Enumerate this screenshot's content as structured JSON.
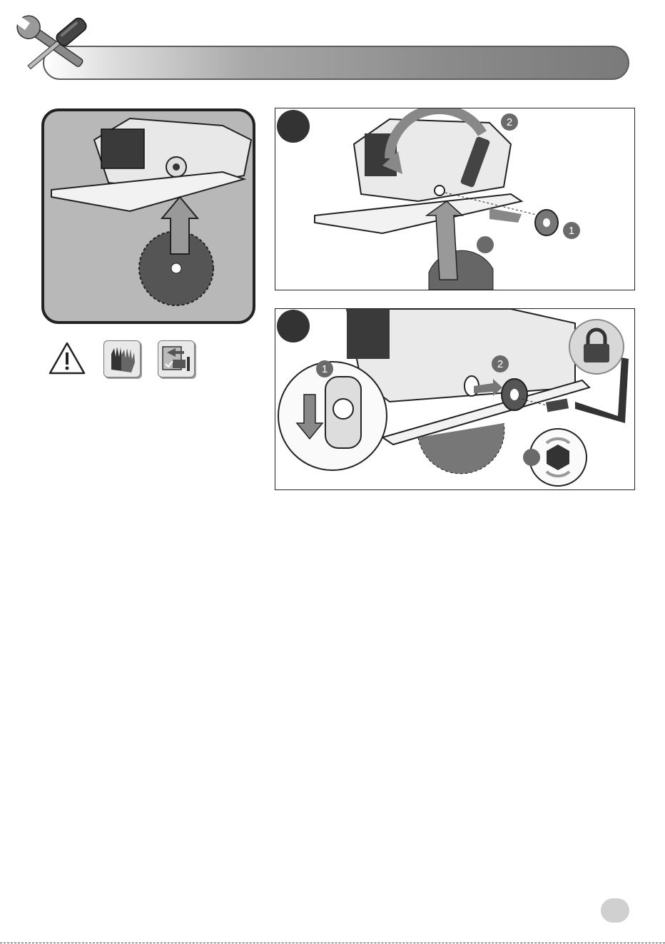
{
  "header": {
    "icon": "tools-icon",
    "bar_color": "#8a8a8a"
  },
  "left_panel": {
    "icon": "blade-insert-illustration"
  },
  "panel_a": {
    "step_label": "",
    "callouts": [
      "2",
      "1",
      ""
    ]
  },
  "panel_b": {
    "step_label": "",
    "callouts": [
      "1",
      "2",
      ""
    ],
    "lock_icon": "padlock-icon"
  },
  "safety_icons": [
    {
      "name": "warning-triangle-icon"
    },
    {
      "name": "gloves-icon"
    },
    {
      "name": "unplug-battery-icon"
    }
  ],
  "page_tab": {
    "label": ""
  }
}
